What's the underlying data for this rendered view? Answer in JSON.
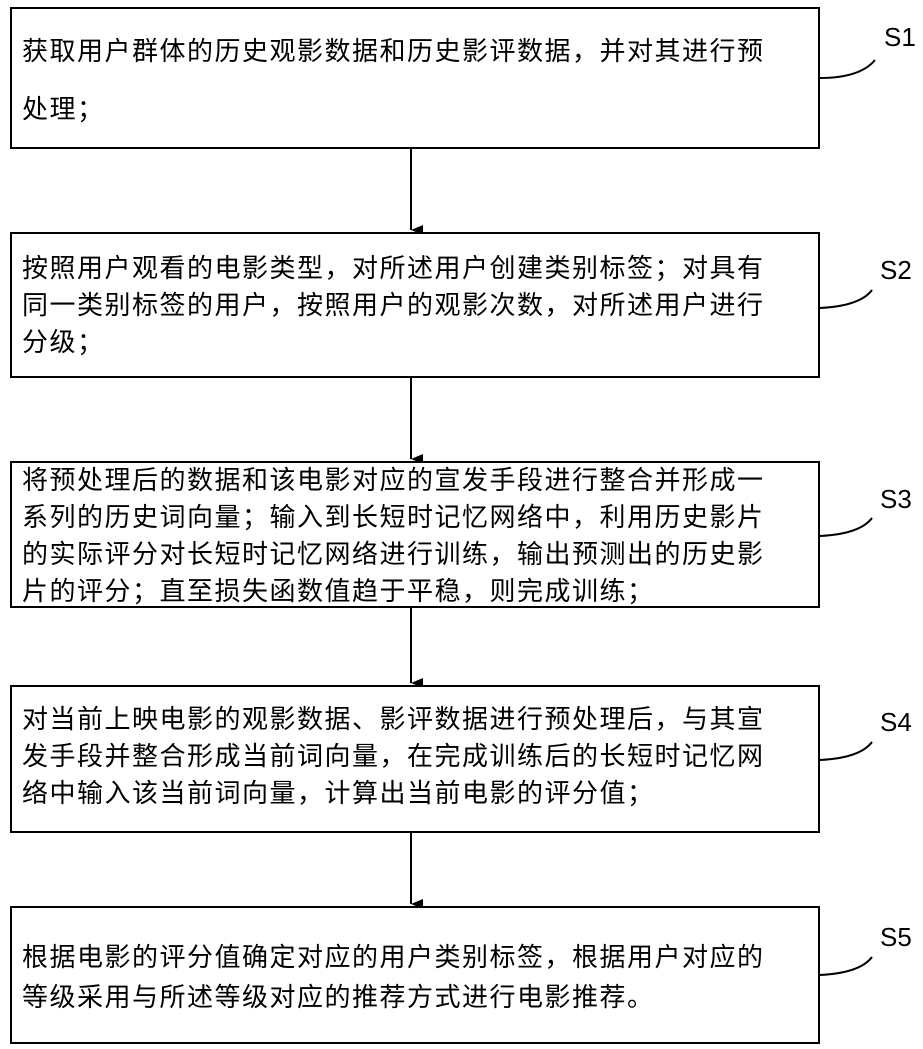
{
  "steps": [
    {
      "label": "S1",
      "lines": [
        "获取用户群体的历史观影数据和历史影评数据，并对其进行预",
        "处理；"
      ]
    },
    {
      "label": "S2",
      "lines": [
        "按照用户观看的电影类型，对所述用户创建类别标签；对具有",
        "同一类别标签的用户，按照用户的观影次数，对所述用户进行",
        "分级；"
      ]
    },
    {
      "label": "S3",
      "lines": [
        "将预处理后的数据和该电影对应的宣发手段进行整合并形成一",
        "系列的历史词向量；输入到长短时记忆网络中，利用历史影片",
        "的实际评分对长短时记忆网络进行训练，输出预测出的历史影",
        "片的评分；直至损失函数值趋于平稳，则完成训练；"
      ]
    },
    {
      "label": "S4",
      "lines": [
        "对当前上映电影的观影数据、影评数据进行预处理后，与其宣",
        "发手段并整合形成当前词向量，在完成训练后的长短时记忆网",
        "络中输入该当前词向量，计算出当前电影的评分值；"
      ]
    },
    {
      "label": "S5",
      "lines": [
        "根据电影的评分值确定对应的用户类别标签，根据用户对应的",
        "等级采用与所述等级对应的推荐方式进行电影推荐。"
      ]
    }
  ]
}
